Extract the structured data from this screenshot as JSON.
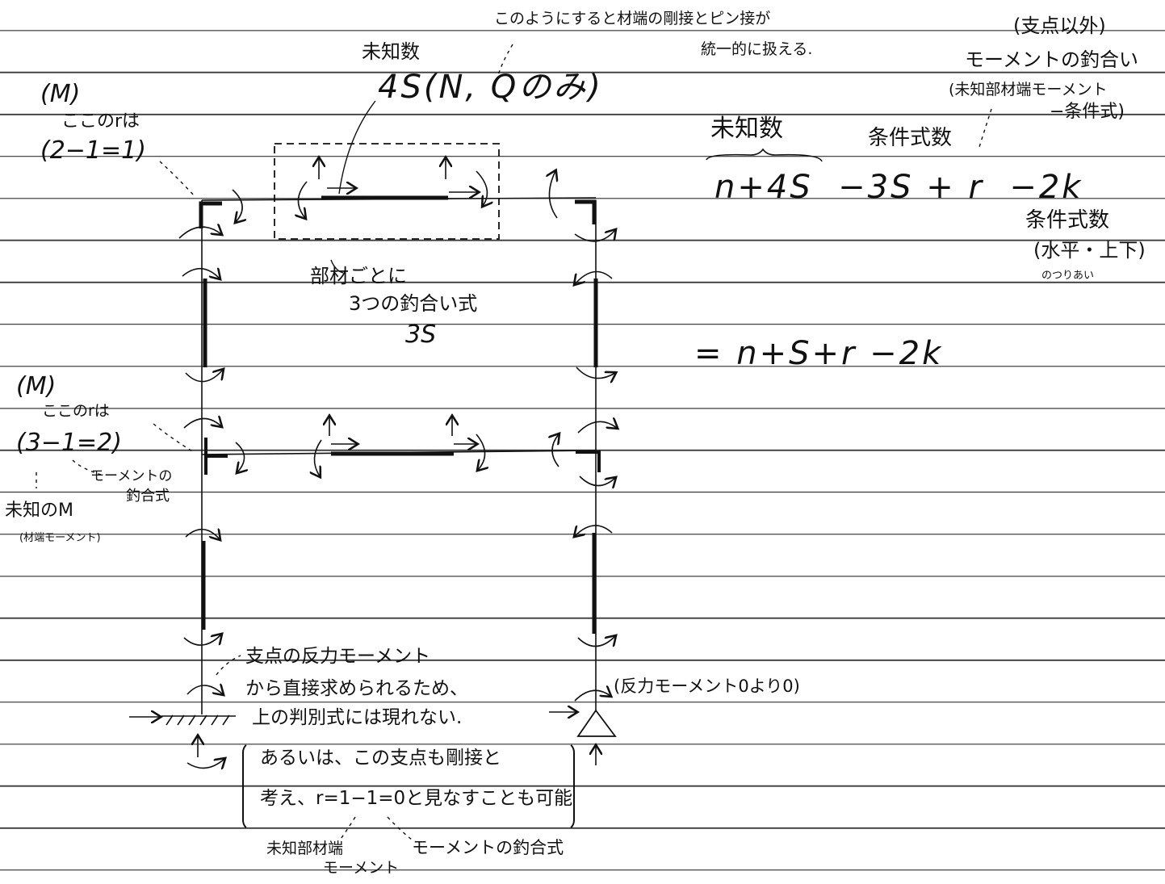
{
  "labels": {
    "top_note_1": "このようにすると材端の剛接とピン接が",
    "top_note_2": "統一的に扱える.",
    "unknowns_label": "未知数",
    "unknowns_4s": "4S(N, Qのみ)",
    "m_label_top": "(M)",
    "here_r_top": "ここのrは",
    "r_calc_top": "(2−1=1)",
    "member_eq_1": "部材ごとに",
    "member_eq_2": "3つの釣合い式",
    "member_eq_3": "3S",
    "m_label_mid": "(M)",
    "here_r_mid": "ここのrは",
    "r_calc_mid": "(3−1=2)",
    "moment_eq_mid_1": "モーメントの",
    "moment_eq_mid_2": "釣合式",
    "unknown_m": "未知のM",
    "member_end_moment": "(材端モーメント)",
    "support_note_1": "支点の反力モーメント",
    "support_note_2": "から直接求められるため、",
    "support_note_3": "上の判別式には現れない.",
    "reaction_zero": "(反力モーメント0より0)",
    "bracket_line_1": "あるいは、この支点も剛接と",
    "bracket_line_2": "考え、r=1−1=0と見なすことも可能",
    "bottom_label_1a": "未知部材端",
    "bottom_label_1b": "モーメント",
    "bottom_label_2": "モーメントの釣合式",
    "right_top_1": "(支点以外)",
    "right_top_2": "モーメントの釣合い",
    "right_top_3": "(未知部材端モーメント",
    "right_top_4": "−条件式)",
    "right_unknowns": "未知数",
    "right_conditions": "条件式数",
    "formula_main": "n+4S  −3S + r  −2k",
    "right_cond_label": "条件式数",
    "right_cond_sub": "(水平・上下)",
    "right_cond_sub2": "のつりあい",
    "formula_result": "= n+S+r −2k"
  }
}
